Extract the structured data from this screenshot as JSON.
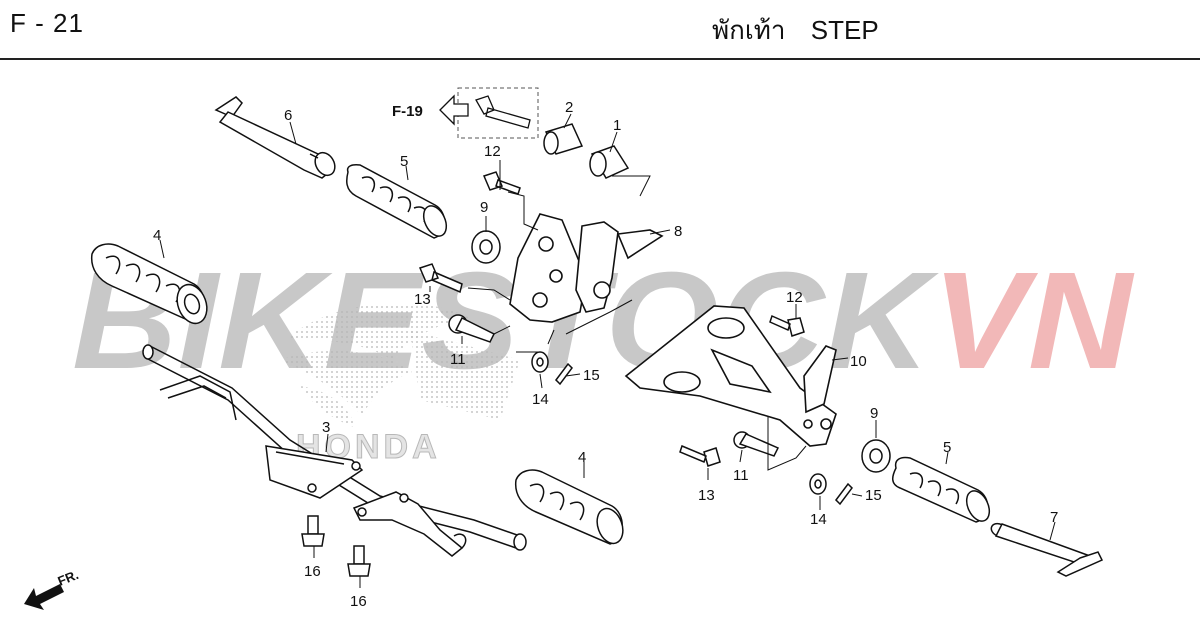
{
  "header": {
    "page_code": "F - 21",
    "title_thai": "พักเท้า",
    "title_en": "STEP"
  },
  "watermark": {
    "part1": "BIKESTOCK",
    "part2": "VN",
    "color1": "#c8c8c8",
    "color2": "#f2b8b8"
  },
  "logo": {
    "text": "HONDA"
  },
  "reference": {
    "label": "F-19"
  },
  "direction": {
    "label": "FR."
  },
  "callouts": [
    "1",
    "2",
    "3",
    "4",
    "4",
    "5",
    "5",
    "6",
    "7",
    "8",
    "9",
    "9",
    "10",
    "11",
    "11",
    "12",
    "12",
    "13",
    "13",
    "14",
    "14",
    "15",
    "15",
    "16",
    "16"
  ]
}
